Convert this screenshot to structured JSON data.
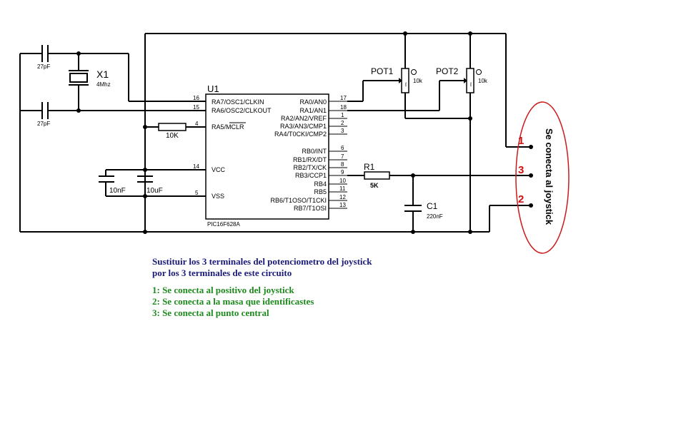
{
  "components": {
    "c_27pf_top": "27pF",
    "c_27pf_bottom": "27pF",
    "crystal": {
      "ref": "X1",
      "value": "4Mhz"
    },
    "r_10k": "10K",
    "c_10nf": "10nF",
    "c_10uf": "10uF",
    "pot1": {
      "ref": "POT1",
      "value": "10k",
      "tag": "res"
    },
    "pot2": {
      "ref": "POT2",
      "value": "10k",
      "tag": "res"
    },
    "r1": {
      "ref": "R1",
      "value": "5K"
    },
    "c1": {
      "ref": "C1",
      "value": "220nF"
    }
  },
  "ic": {
    "ref": "U1",
    "part": "PIC16F628A",
    "left_pins": [
      {
        "num": "16",
        "name": "RA7/OSC1/CLKIN"
      },
      {
        "num": "15",
        "name": "RA6/OSC2/CLKOUT"
      },
      {
        "num": "4",
        "name": "RA5/MCLR"
      },
      {
        "num": "14",
        "name": "VCC"
      },
      {
        "num": "5",
        "name": "VSS"
      }
    ],
    "right_pins": [
      {
        "num": "17",
        "name": "RA0/AN0"
      },
      {
        "num": "18",
        "name": "RA1/AN1"
      },
      {
        "num": "1",
        "name": "RA2/AN2/VREF"
      },
      {
        "num": "2",
        "name": "RA3/AN3/CMP1"
      },
      {
        "num": "3",
        "name": "RA4/T0CKI/CMP2"
      },
      {
        "num": "6",
        "name": "RB0/INT"
      },
      {
        "num": "7",
        "name": "RB1/RX/DT"
      },
      {
        "num": "8",
        "name": "RB2/TX/CK"
      },
      {
        "num": "9",
        "name": "RB3/CCP1"
      },
      {
        "num": "10",
        "name": "RB4"
      },
      {
        "num": "11",
        "name": "RB5"
      },
      {
        "num": "12",
        "name": "RB6/T1OSO/T1CKI"
      },
      {
        "num": "13",
        "name": "RB7/T1OSI"
      }
    ]
  },
  "terminals": [
    "1",
    "3",
    "2"
  ],
  "joystick_label": "Se conecta al joystick",
  "notes": {
    "line1": "Sustituir los 3 terminales del potenciometro del joystick",
    "line2": "por los 3 terminales de este circuito",
    "item1": "1: Se conecta al positivo del joystick",
    "item2": "2: Se conecta a la masa que identificastes",
    "item3": "3: Se conecta al punto central"
  },
  "colors": {
    "navy": "#1a1a7a",
    "green": "#1d8a1d",
    "red": "#d01010"
  }
}
